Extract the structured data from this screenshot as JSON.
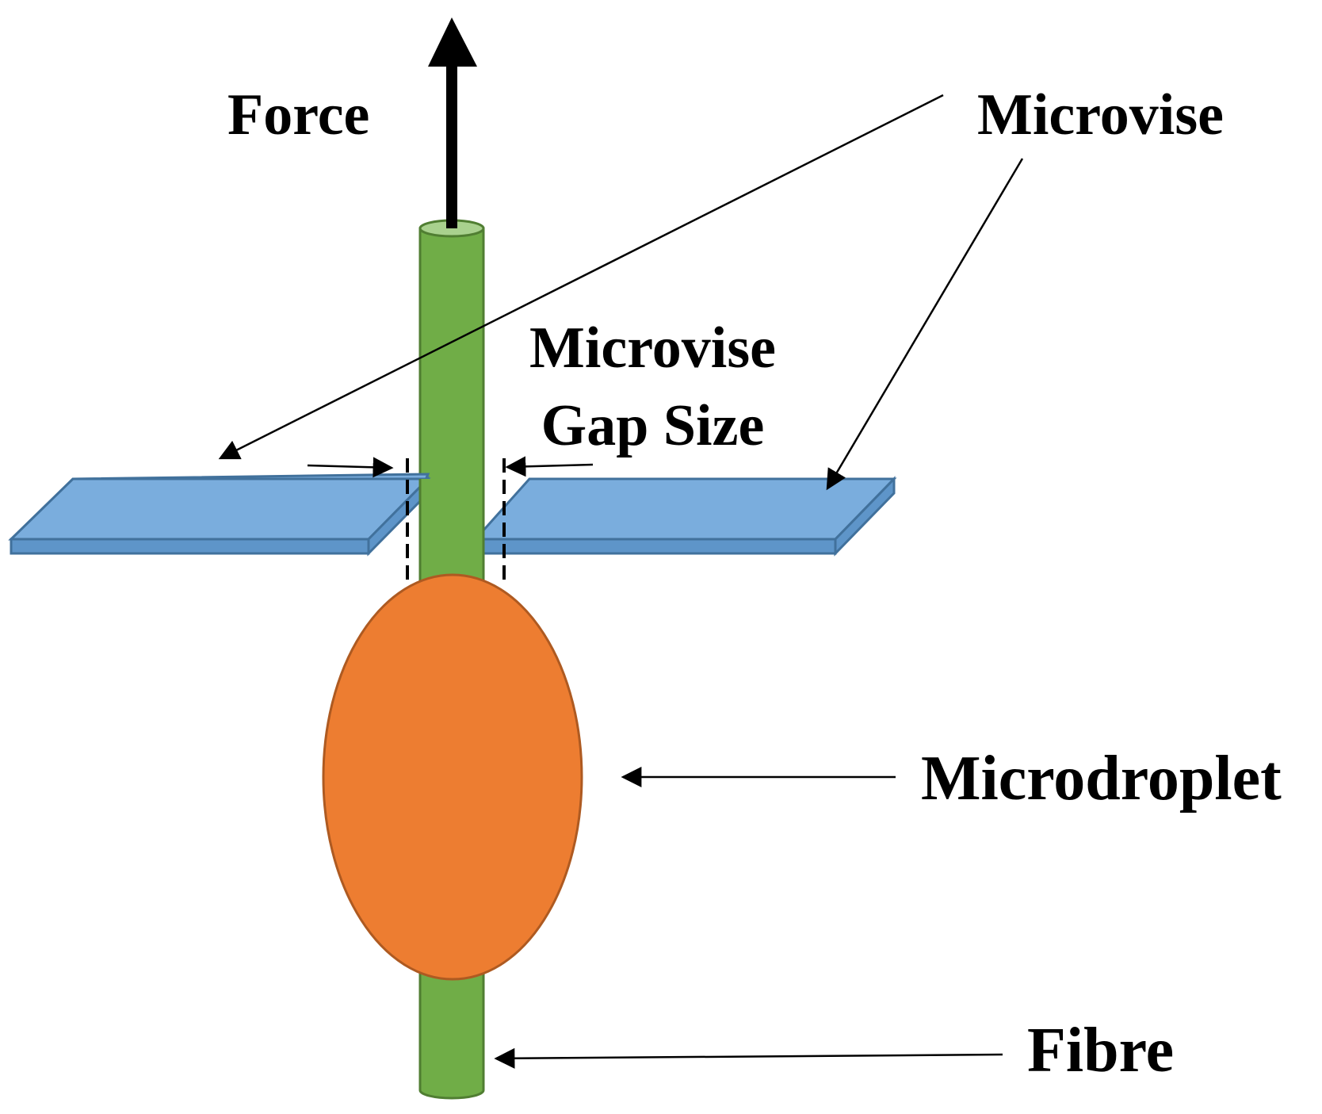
{
  "labels": {
    "force": "Force",
    "microvise": "Microvise",
    "gap_size_line1": "Microvise",
    "gap_size_line2": "Gap Size",
    "microdroplet": "Microdroplet",
    "fibre": "Fibre"
  },
  "colors": {
    "fibre": "#70AD47",
    "fibre_top": "#A9D18E",
    "fibre_outline": "#507E32",
    "plate": "#7AADDD",
    "plate_outline": "#41719C",
    "droplet": "#ED7D31",
    "droplet_outline": "#AE5A21",
    "arrow": "#000000"
  }
}
